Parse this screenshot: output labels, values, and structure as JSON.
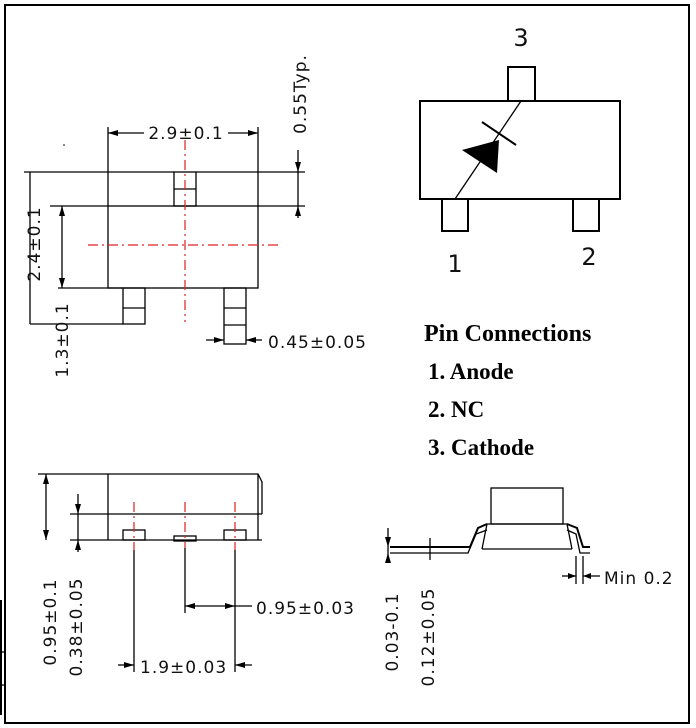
{
  "top_view": {
    "width_label": "2.9±0.1",
    "height_label": "2.4±0.1",
    "pin_offset_label": "1.3±0.1",
    "pin_width_label": "0.45±0.05",
    "tab_label": "0.55Typ."
  },
  "symbol": {
    "pin3": "3",
    "pin1": "1",
    "pin2": "2"
  },
  "pin_connections": {
    "title": "Pin Connections",
    "items": [
      "1. Anode",
      "2. NC",
      "3. Cathode"
    ]
  },
  "front_view": {
    "body_height_label": "0.95±0.1",
    "lead_height_label": "0.38±0.05",
    "pitch_label": "0.95±0.03",
    "span_label": "1.9±0.03"
  },
  "side_view": {
    "standoff_label": "0.03-0.1",
    "lead_thick_label": "0.12±0.05",
    "min_label": "Min 0.2"
  }
}
